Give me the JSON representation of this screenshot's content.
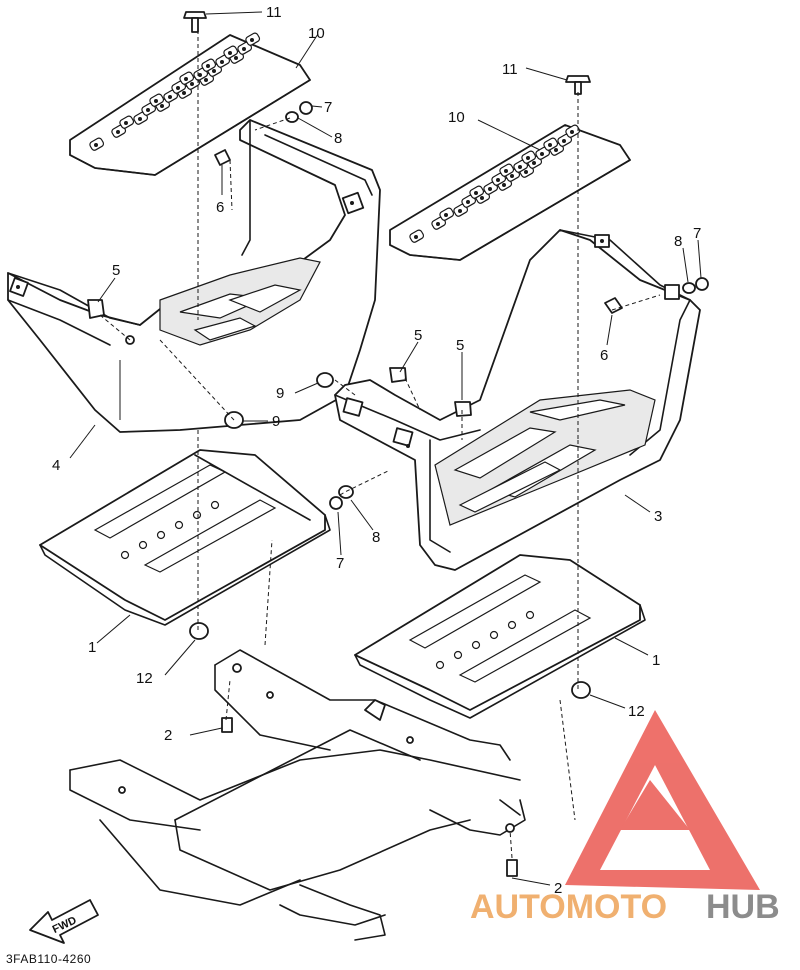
{
  "diagram_code": "3FAB110-4260",
  "fwd_label": "FWD",
  "watermark": {
    "part1": "AUTOMOTO",
    "part2": "HUB",
    "color_primary": "#e8423a",
    "color_secondary": "#f0b070",
    "color_tertiary": "#8c8c8c"
  },
  "callouts": [
    {
      "id": "c11a",
      "label": "11"
    },
    {
      "id": "c10a",
      "label": "10"
    },
    {
      "id": "c7a",
      "label": "7"
    },
    {
      "id": "c8a",
      "label": "8"
    },
    {
      "id": "c6a",
      "label": "6"
    },
    {
      "id": "c5a",
      "label": "5"
    },
    {
      "id": "c9a",
      "label": "9"
    },
    {
      "id": "c4",
      "label": "4"
    },
    {
      "id": "c11b",
      "label": "11"
    },
    {
      "id": "c10b",
      "label": "10"
    },
    {
      "id": "c8b",
      "label": "8"
    },
    {
      "id": "c7b",
      "label": "7"
    },
    {
      "id": "c6b",
      "label": "6"
    },
    {
      "id": "c5b",
      "label": "5"
    },
    {
      "id": "c5c",
      "label": "5"
    },
    {
      "id": "c9b",
      "label": "9"
    },
    {
      "id": "c3",
      "label": "3"
    },
    {
      "id": "c7c",
      "label": "7"
    },
    {
      "id": "c8c",
      "label": "8"
    },
    {
      "id": "c1a",
      "label": "1"
    },
    {
      "id": "c12a",
      "label": "12"
    },
    {
      "id": "c1b",
      "label": "1"
    },
    {
      "id": "c2a",
      "label": "2"
    },
    {
      "id": "c12b",
      "label": "12"
    },
    {
      "id": "c2b",
      "label": "2"
    }
  ]
}
